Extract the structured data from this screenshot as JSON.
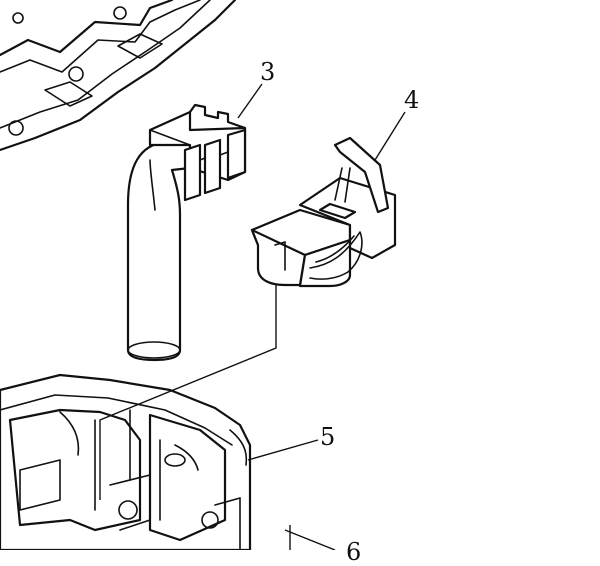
{
  "callouts": [
    {
      "label": "3"
    },
    {
      "label": "4"
    },
    {
      "label": "5"
    },
    {
      "label": "6"
    }
  ],
  "colors": {
    "line": "#111111",
    "background": "#ffffff"
  }
}
